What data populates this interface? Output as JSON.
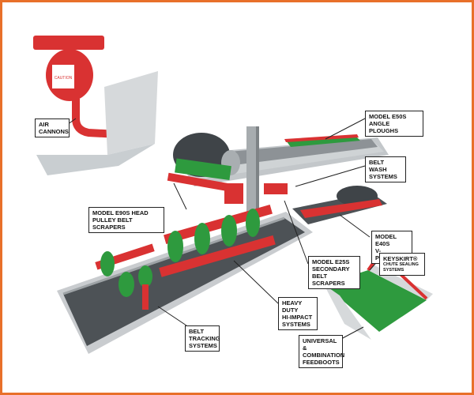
{
  "colors": {
    "frame": "#e8702a",
    "machinery": "#d93232",
    "roller": "#2e9a3e",
    "belt": "#4d5256",
    "metal": "#b8bcbf",
    "label_border": "#222222"
  },
  "labels": {
    "air_cannons": [
      "AIR",
      "CANNONS"
    ],
    "e50s_angle_ploughs": [
      "MODEL E50S",
      "ANGLE PLOUGHS"
    ],
    "belt_wash_systems": [
      "BELT WASH",
      "SYSTEMS"
    ],
    "e90s_head_pulley": [
      "MODEL E90S HEAD",
      "PULLEY BELT SCRAPERS"
    ],
    "e40s_v_ploughs": [
      "MODEL E40S",
      "V-PLOUGHS"
    ],
    "e25s_secondary": [
      "MODEL E25S",
      "SECONDARY",
      "BELT SCRAPERS"
    ],
    "keyskirt": [
      "KEYSKIRT®",
      "CHUTE SEALING",
      "SYSTEMS"
    ],
    "heavy_duty_impact": [
      "HEAVY DUTY",
      "HI-IMPACT",
      "SYSTEMS"
    ],
    "belt_tracking": [
      "BELT",
      "TRACKING",
      "SYSTEMS"
    ],
    "feedboots": [
      "UNIVERSAL &",
      "COMBINATION",
      "FEEDBOOTS"
    ]
  },
  "cannon_label": "CAUTION"
}
